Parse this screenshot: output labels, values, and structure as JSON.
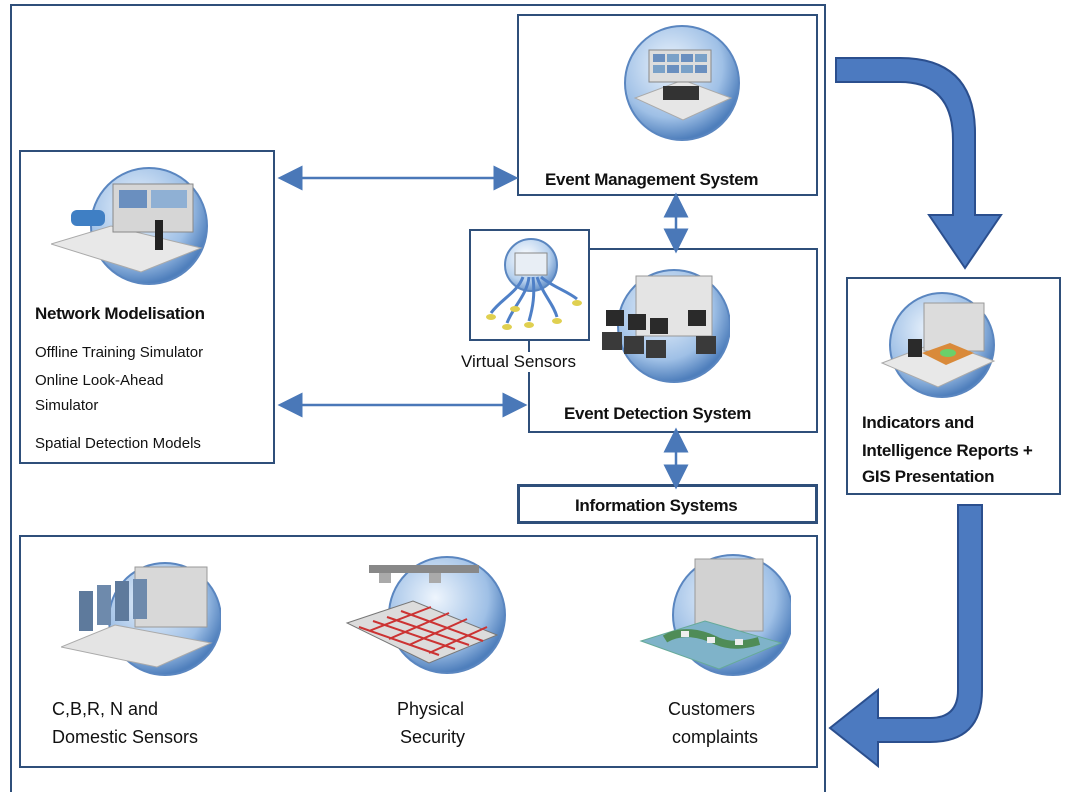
{
  "event_management": {
    "title": "Event Management System"
  },
  "network_modelisation": {
    "title": "Network Modelisation",
    "items": [
      "Offline Training Simulator",
      "Online Look-Ahead",
      "Simulator",
      "Spatial Detection Models"
    ]
  },
  "virtual_sensors": {
    "label": "Virtual Sensors"
  },
  "event_detection": {
    "title": "Event Detection System"
  },
  "information_systems": {
    "title": "Information Systems"
  },
  "indicators": {
    "lines": [
      "Indicators and",
      "Intelligence Reports +",
      "GIS Presentation"
    ]
  },
  "sensors": [
    {
      "line1": "C,B,R, N and",
      "line2": "Domestic Sensors"
    },
    {
      "line1": "Physical",
      "line2": "Security"
    },
    {
      "line1": "Customers",
      "line2": "complaints"
    }
  ],
  "colors": {
    "frame": "#2f4f7a",
    "arrow_fill": "#4c7ac0",
    "arrow_stroke": "#2b4f8e",
    "link_arrow": "#4a78b8"
  },
  "icons": [
    "control-room-icon",
    "simulator-icon",
    "sensor-network-icon",
    "detection-room-icon",
    "gis-table-icon",
    "sensor-rack-icon",
    "security-grid-icon",
    "map-icon"
  ]
}
